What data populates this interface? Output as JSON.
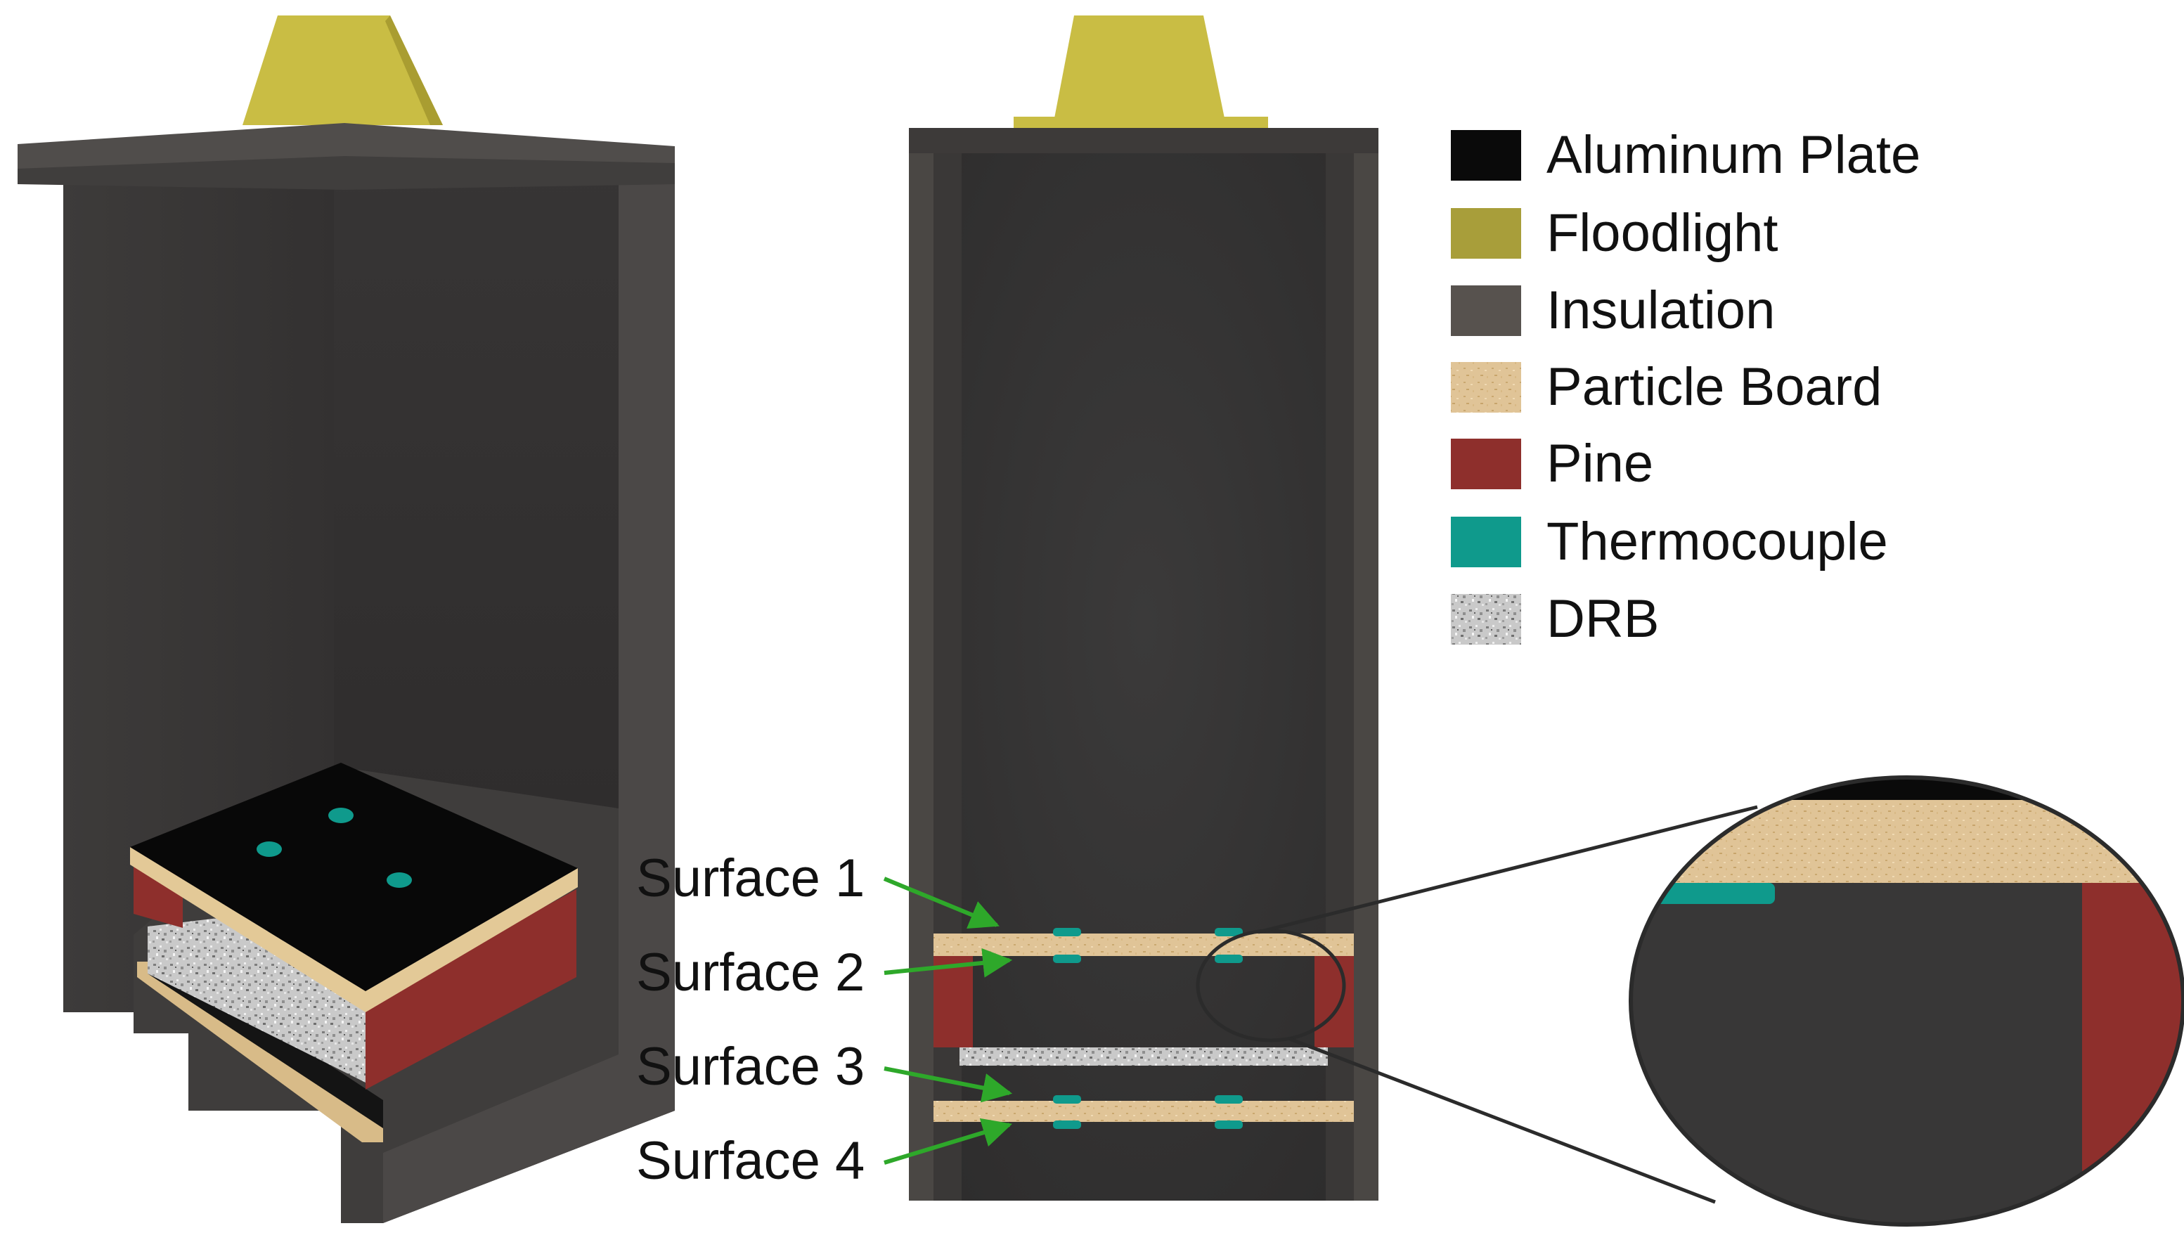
{
  "colors": {
    "aluminum_plate": "#0a0a0a",
    "floodlight": "#c9bd44",
    "insulation": "#4a4744",
    "particle_board": "#e2c79a",
    "pine": "#8e2f2c",
    "thermocouple": "#0f9a8c",
    "drb": "#b8b8b8",
    "arrow": "#2ea82a",
    "outline": "#2b2b2b"
  },
  "legend": [
    {
      "label": "Aluminum Plate",
      "color": "#0a0a0a"
    },
    {
      "label": "Floodlight",
      "color": "#a89e3a"
    },
    {
      "label": "Insulation",
      "color": "#57524e"
    },
    {
      "label": "Particle Board",
      "color": "#ead2a4"
    },
    {
      "label": "Pine",
      "color": "#8e2f2c"
    },
    {
      "label": "Thermocouple",
      "color": "#0f9a8c"
    },
    {
      "label": "DRB",
      "color": "#bdbdbd"
    }
  ],
  "surfaces": [
    {
      "label": "Surface 1"
    },
    {
      "label": "Surface 2"
    },
    {
      "label": "Surface 3"
    },
    {
      "label": "Surface 4"
    }
  ]
}
